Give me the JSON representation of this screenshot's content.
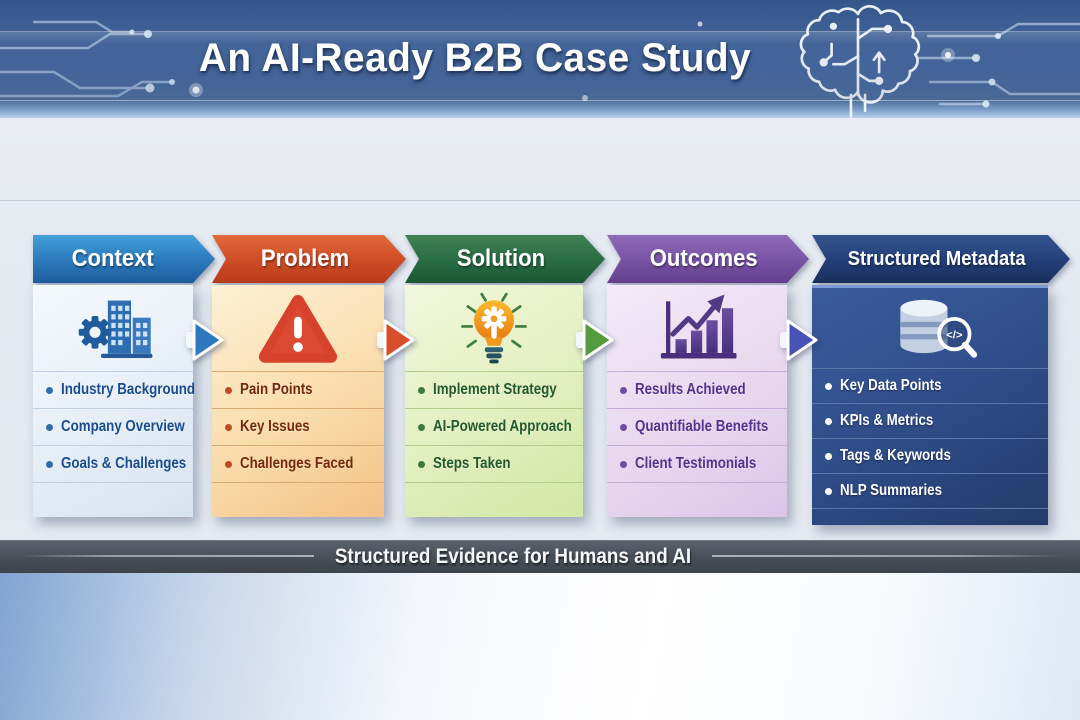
{
  "header": {
    "title": "An AI-Ready B2B Case Study",
    "decoration": [
      "circuit-brain-icon",
      "circuit-traces"
    ]
  },
  "columns": [
    {
      "label": "Context",
      "icon": "gear-buildings-icon",
      "accent": "#2f7fc1",
      "items": [
        "Industry Background",
        "Company Overview",
        "Goals & Challenges"
      ]
    },
    {
      "label": "Problem",
      "icon": "warning-triangle-icon",
      "accent": "#cf4d27",
      "items": [
        "Pain Points",
        "Key Issues",
        "Challenges Faced"
      ]
    },
    {
      "label": "Solution",
      "icon": "lightbulb-gear-icon",
      "accent": "#2a6e43",
      "items": [
        "Implement Strategy",
        "AI-Powered Approach",
        "Steps Taken"
      ]
    },
    {
      "label": "Outcomes",
      "icon": "bar-chart-arrow-icon",
      "accent": "#7a54a6",
      "items": [
        "Results Achieved",
        "Quantifiable Benefits",
        "Client Testimonials"
      ]
    },
    {
      "label": "Structured Metadata",
      "icon": "database-search-icon",
      "accent": "#24407a",
      "items": [
        "Key Data Points",
        "KPIs & Metrics",
        "Tags & Keywords",
        "NLP Summaries"
      ]
    }
  ],
  "flow_arrows": [
    "#2f78bd",
    "#d84e2b",
    "#559a3d",
    "#4853b8"
  ],
  "footer": {
    "banner_text": "Structured Evidence for Humans and AI"
  }
}
